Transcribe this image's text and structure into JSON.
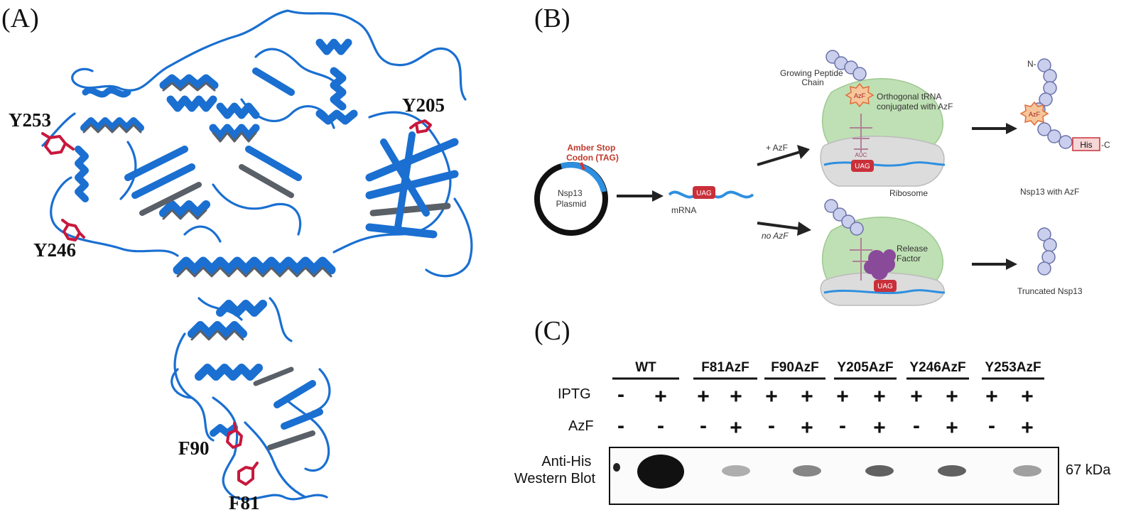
{
  "panels": {
    "a": {
      "label": "(A)",
      "residues": [
        "Y253",
        "Y246",
        "Y205",
        "F90",
        "F81"
      ]
    },
    "b": {
      "label": "(B)",
      "amber": "Amber Stop\nCodon (TAG)",
      "plasmid": "Nsp13\nPlasmid",
      "mrna_label": "mRNA",
      "codon": "UAG",
      "plus_azf": "+ AzF",
      "no_azf": "no AzF",
      "growing_chain": "Growing Peptide\nChain",
      "azf_tag": "AzF",
      "trna": "Orthogonal tRNA\nconjugated with AzF",
      "anticodon": "AUC",
      "ribosome": "Ribosome",
      "release_factor": "Release\nFactor",
      "n_term": "N-",
      "his_tag": "His",
      "c_term": "-C",
      "product_top": "Nsp13 with AzF",
      "product_bottom": "Truncated Nsp13"
    },
    "c": {
      "label": "(C)",
      "groups": [
        "WT",
        "F81AzF",
        "F90AzF",
        "Y205AzF",
        "Y246AzF",
        "Y253AzF"
      ],
      "iptg_label": "IPTG",
      "azf_label": "AzF",
      "iptg": [
        "-",
        "+",
        "+",
        "+",
        "+",
        "+",
        "+",
        "+",
        "+",
        "+",
        "+",
        "+"
      ],
      "azf": [
        "-",
        "-",
        "-",
        "+",
        "-",
        "+",
        "-",
        "+",
        "-",
        "+",
        "-",
        "+"
      ],
      "blot_label": "Anti-His\nWestern Blot",
      "band_size": "67 kDa",
      "band_intensity": [
        0,
        1.0,
        0,
        0.3,
        0,
        0.45,
        0,
        0.6,
        0,
        0.6,
        0,
        0.35
      ]
    }
  },
  "colors": {
    "helix": "#1a6fd1",
    "helix_dark": "#5a6068",
    "residue": "#c8183c",
    "ribosome_large": "#bfe0b4",
    "ribosome_small": "#dcdcdc",
    "bead": "#c9cfec",
    "codon_box": "#c9303a",
    "release_factor": "#8a4a9a"
  }
}
